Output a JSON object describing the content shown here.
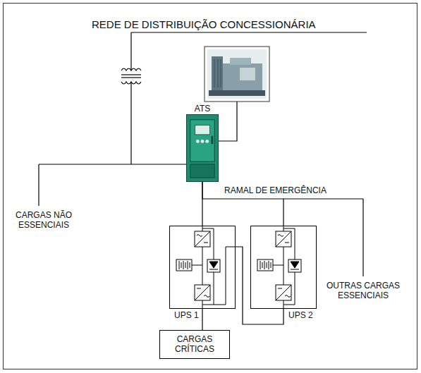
{
  "diagram": {
    "nodes": [
      {
        "text": [
          "ATS"
        ]
      },
      {
        "text": [
          "UPS 1"
        ]
      },
      {
        "text": [
          "UPS 2"
        ]
      },
      {
        "text": [
          "CARGAS CRÍTICAS"
        ]
      }
    ],
    "edges": [
      {
        "from": 0,
        "to": 1,
        "arrow": "none"
      },
      {
        "from": 0,
        "to": 2,
        "arrow": "none"
      },
      {
        "from": 1,
        "to": 3,
        "arrow": "none"
      },
      {
        "from": 2,
        "to": 1,
        "arrow": "none"
      }
    ],
    "labels": [
      "REDE DE DISTRIBUIÇÃO CONCESSIONÁRIA",
      "CARGAS NÃO ESSENCIAIS",
      "RAMAL DE EMERGÊNCIA",
      "OUTRAS CARGAS ESSENCIAIS"
    ]
  }
}
